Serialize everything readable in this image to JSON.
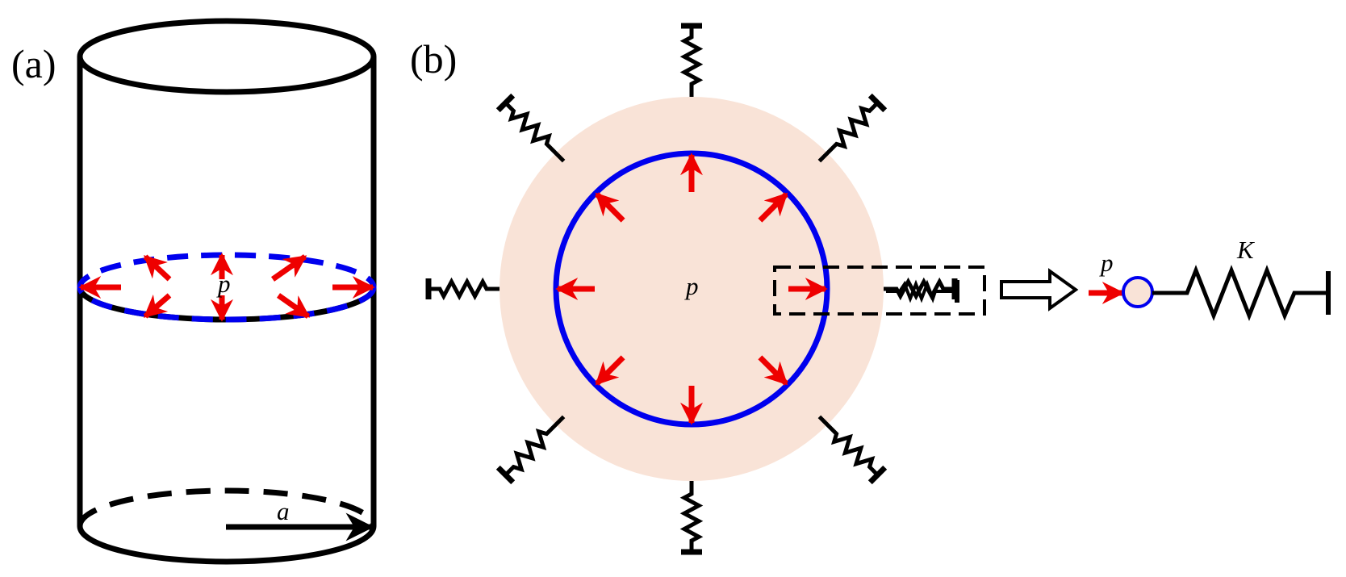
{
  "panels": {
    "a": {
      "label": "(a)",
      "pressure_label": "p",
      "radius_label": "a"
    },
    "b": {
      "label": "(b)",
      "pressure_label": "p",
      "inset_pressure_label": "p",
      "stiffness_label": "K"
    }
  },
  "colors": {
    "stroke": "#000000",
    "boundary": "#0000ee",
    "pressure_arrow": "#ee0000",
    "medium": "#f9e3d7"
  }
}
